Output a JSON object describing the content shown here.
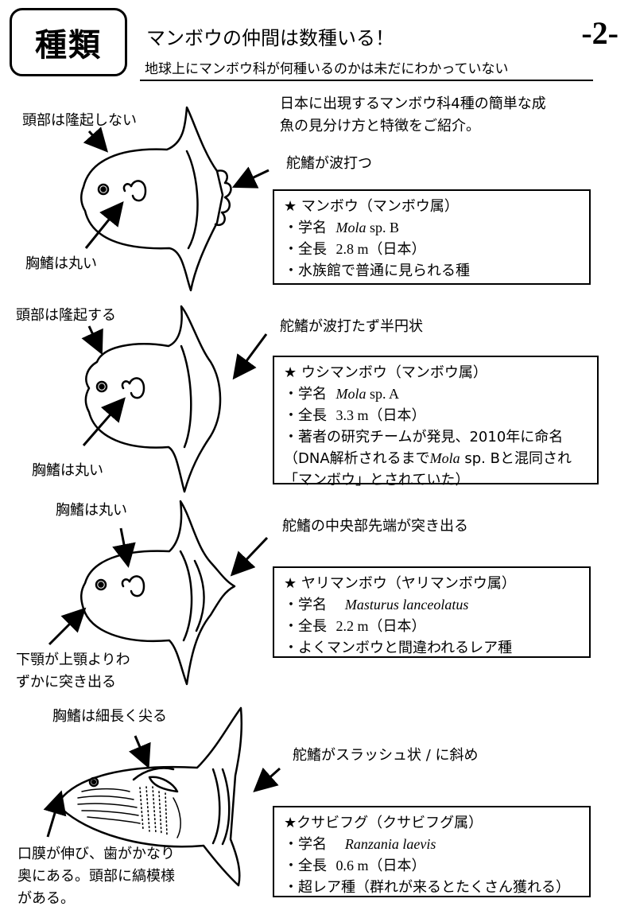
{
  "header": {
    "tag": "種類",
    "title": "マンボウの仲間は数種いる！",
    "page_number": "-2-",
    "subtitle": "地球上にマンボウ科が何種いるのかは未だにわかっていない"
  },
  "intro": {
    "line1": "日本に出現するマンボウ科4種の簡単な成",
    "line2": "魚の見分け方と特徴をご紹介。"
  },
  "species": [
    {
      "labels": {
        "head": "頭部は隆起しない",
        "tail": "舵鰭が波打つ",
        "pectoral": "胸鰭は丸い"
      },
      "name": "★ マンボウ（マンボウ属）",
      "sci_prefix": "・学名",
      "sci_italic": "Mola",
      "sci_rest": " sp. B",
      "length_prefix": "・全長",
      "length_value": "2.8 m（日本）",
      "note1": "・水族館で普通に見られる種"
    },
    {
      "labels": {
        "head": "頭部は隆起する",
        "tail": "舵鰭が波打たず半円状",
        "pectoral": "胸鰭は丸い"
      },
      "name": "★ ウシマンボウ（マンボウ属）",
      "sci_prefix": "・学名",
      "sci_italic": "Mola",
      "sci_rest": " sp. A",
      "length_prefix": "・全長",
      "length_value": "3.3 m（日本）",
      "note1": "・著者の研究チームが発見、2010年に命名",
      "note2_a": "（DNA解析されるまで",
      "note2_italic": "Mola",
      "note2_b": " sp. Bと混同され",
      "note3": "「マンボウ」とされていた）"
    },
    {
      "labels": {
        "pectoral": "胸鰭は丸い",
        "tail": "舵鰭の中央部先端が突き出る",
        "jaw1": "下顎が上顎よりわ",
        "jaw2": "ずかに突き出る"
      },
      "name": "★ ヤリマンボウ（ヤリマンボウ属）",
      "sci_prefix": "・学名",
      "sci_italic": "Masturus lanceolatus",
      "length_prefix": "・全長",
      "length_value": "2.2 m（日本）",
      "note1": "・よくマンボウと間違われるレア種"
    },
    {
      "labels": {
        "pectoral": "胸鰭は細長く尖る",
        "tail": "舵鰭がスラッシュ状 / に斜め",
        "mouth1": "口膜が伸び、歯がかなり",
        "mouth2": "奥にある。頭部に縞模様",
        "mouth3": "がある。"
      },
      "name": "★クサビフグ（クサビフグ属）",
      "sci_prefix": "・学名",
      "sci_italic": "Ranzania laevis",
      "length_prefix": "・全長",
      "length_value": "0.6 m（日本）",
      "note1": "・超レア種（群れが来るとたくさん獲れる）"
    }
  ]
}
